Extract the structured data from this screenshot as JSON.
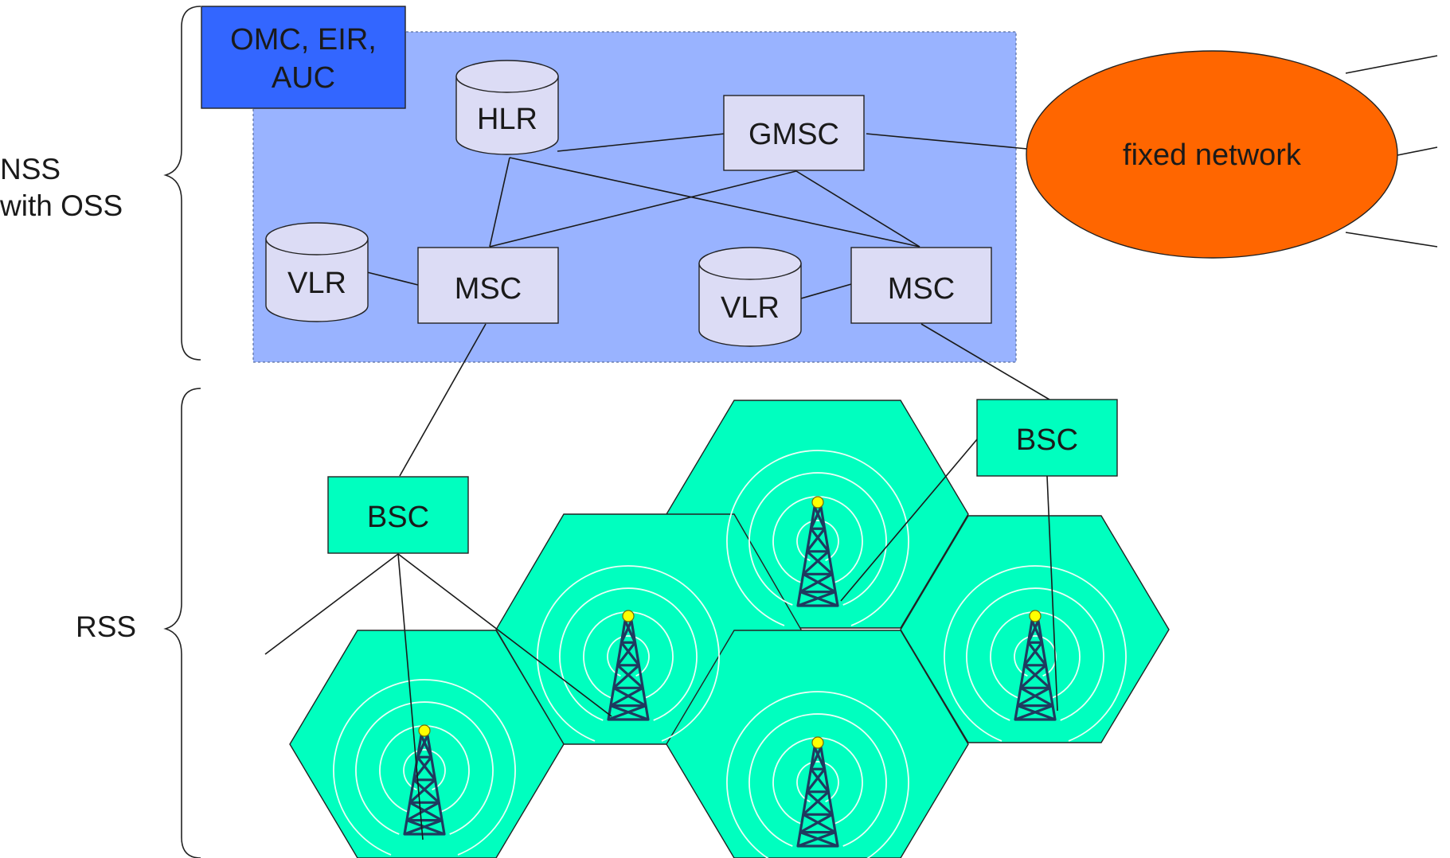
{
  "colors": {
    "nss_region": "#99b3ff",
    "omc_box": "#3366ff",
    "node_box": "#dcdcf5",
    "cylinder": "#dcdcf5",
    "bsc_box": "#00ffbf",
    "cell": "#00ffbf",
    "fixed_network": "#ff6600",
    "antenna_tip": "#ffff00"
  },
  "side_labels": {
    "nss_line1": "NSS",
    "nss_line2": "with OSS",
    "rss": "RSS"
  },
  "omc": {
    "line1": "OMC, EIR,",
    "line2": "AUC"
  },
  "nodes": {
    "hlr": "HLR",
    "gmsc": "GMSC",
    "vlr_left": "VLR",
    "msc_left": "MSC",
    "vlr_right": "VLR",
    "msc_right": "MSC",
    "bsc_left": "BSC",
    "bsc_right": "BSC"
  },
  "fixed_network": {
    "label": "fixed network"
  },
  "icons": {
    "base_station": "radio-tower-icon",
    "database": "cylinder-database-icon"
  }
}
